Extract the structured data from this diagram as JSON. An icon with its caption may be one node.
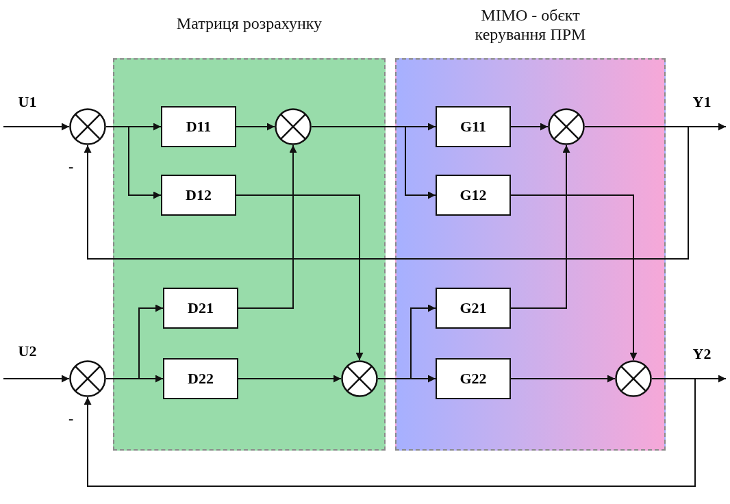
{
  "diagram": {
    "nodes": [
      {
        "text": [
          "Матриця розрахунку"
        ]
      },
      {
        "text": [
          "MIMO - обєкт керування ПРМ"
        ]
      },
      {
        "text": [],
        "shape": "circle",
        "beside": [
          "-"
        ]
      },
      {
        "text": [
          "D11"
        ],
        "in": 0
      },
      {
        "text": [],
        "shape": "circle",
        "in": 0
      },
      {
        "text": [
          "D12"
        ],
        "in": 0
      },
      {
        "text": [
          "D21"
        ],
        "in": 0
      },
      {
        "text": [
          "D22"
        ],
        "in": 0
      },
      {
        "text": [],
        "shape": "circle",
        "in": 0
      },
      {
        "text": [],
        "shape": "circle",
        "beside": [
          "-"
        ]
      },
      {
        "text": [
          "G11"
        ],
        "in": 1
      },
      {
        "text": [],
        "shape": "circle",
        "in": 1
      },
      {
        "text": [
          "G12"
        ],
        "in": 1
      },
      {
        "text": [
          "G21"
        ],
        "in": 1
      },
      {
        "text": [
          "G22"
        ],
        "in": 1
      },
      {
        "text": [],
        "shape": "circle",
        "in": 1
      },
      {
        "text": [
          "U1"
        ]
      },
      {
        "text": [
          "Y1"
        ]
      },
      {
        "text": [
          "U2"
        ]
      },
      {
        "text": [
          "Y2"
        ]
      }
    ],
    "edges": [
      {
        "from": 16,
        "to": 2,
        "arrow": "to"
      },
      {
        "from": 2,
        "to": 3,
        "arrow": "to"
      },
      {
        "from": 2,
        "to": 5,
        "arrow": "to"
      },
      {
        "from": 3,
        "to": 4,
        "arrow": "to"
      },
      {
        "from": 5,
        "to": 8,
        "arrow": "to"
      },
      {
        "from": 4,
        "to": 10,
        "arrow": "to"
      },
      {
        "from": 4,
        "to": 12,
        "arrow": "to"
      },
      {
        "from": 10,
        "to": 11,
        "arrow": "to"
      },
      {
        "from": 12,
        "to": 15,
        "arrow": "to"
      },
      {
        "from": 11,
        "to": 17,
        "arrow": "to"
      },
      {
        "from": 11,
        "to": 2,
        "arrow": "to"
      },
      {
        "from": 18,
        "to": 9,
        "arrow": "to"
      },
      {
        "from": 9,
        "to": 6,
        "arrow": "to"
      },
      {
        "from": 9,
        "to": 7,
        "arrow": "to"
      },
      {
        "from": 6,
        "to": 4,
        "arrow": "to"
      },
      {
        "from": 7,
        "to": 8,
        "arrow": "to"
      },
      {
        "from": 8,
        "to": 13,
        "arrow": "to"
      },
      {
        "from": 8,
        "to": 14,
        "arrow": "to"
      },
      {
        "from": 13,
        "to": 11,
        "arrow": "to"
      },
      {
        "from": 14,
        "to": 15,
        "arrow": "to"
      },
      {
        "from": 15,
        "to": 19,
        "arrow": "to"
      },
      {
        "from": 15,
        "to": 9,
        "arrow": "to"
      }
    ]
  }
}
